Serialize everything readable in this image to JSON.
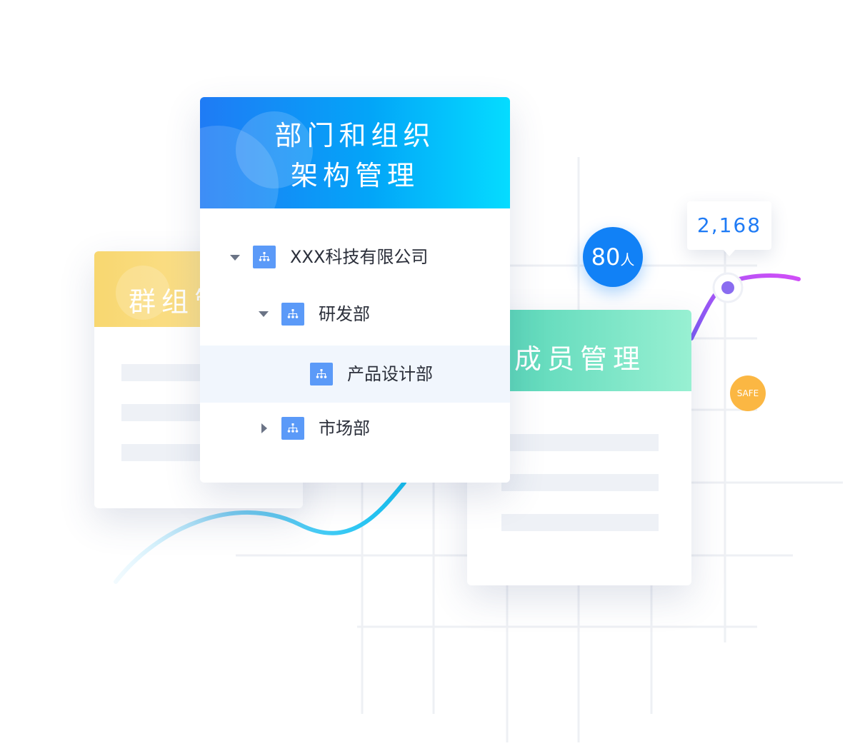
{
  "cards": {
    "org": {
      "title_line1": "部门和组织",
      "title_line2": "架构管理",
      "tree": [
        {
          "label": "XXX科技有限公司",
          "caret": "down",
          "icon": "org-chart-icon"
        },
        {
          "label": "研发部",
          "caret": "down",
          "icon": "org-chart-icon"
        },
        {
          "label": "产品设计部",
          "caret": "none",
          "icon": "org-chart-icon",
          "selected": true
        },
        {
          "label": "市场部",
          "caret": "right",
          "icon": "org-chart-icon"
        }
      ]
    },
    "group": {
      "title": "群组管"
    },
    "member": {
      "title": "成员管理"
    }
  },
  "badges": {
    "people_count": "80",
    "people_unit": "人",
    "tooltip_value": "2,168",
    "safe_label": "SAFE"
  },
  "colors": {
    "org_header_start": "#1f7bf5",
    "org_header_end": "#05dcff",
    "group_header": "#f8d770",
    "member_header": "#4ed2b4",
    "accent_blue": "#1181f6",
    "safe_orange": "#fbb743",
    "curve_purple": "#c24cf6",
    "curve_point": "#8a6cf0"
  }
}
